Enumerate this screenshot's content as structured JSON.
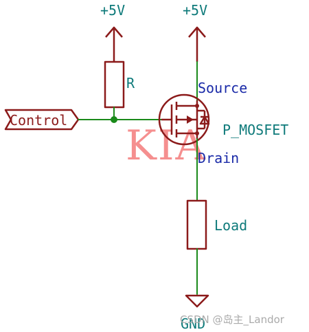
{
  "labels": {
    "vcc_left": "+5V",
    "vcc_right": "+5V",
    "resistor": "R",
    "source": "Source",
    "mosfet": "P_MOSFET",
    "drain": "Drain",
    "load": "Load",
    "ground": "GND",
    "control": "Control"
  },
  "watermarks": {
    "kia": "KIA",
    "csdn": "CSDN @岛主_Landor"
  },
  "colors": {
    "wire": "#1a8a1a",
    "component": "#8b1a1a",
    "power_label": "#0e7a7a",
    "pin_label": "#1a2aa8",
    "watermark": "#f26a6a"
  }
}
